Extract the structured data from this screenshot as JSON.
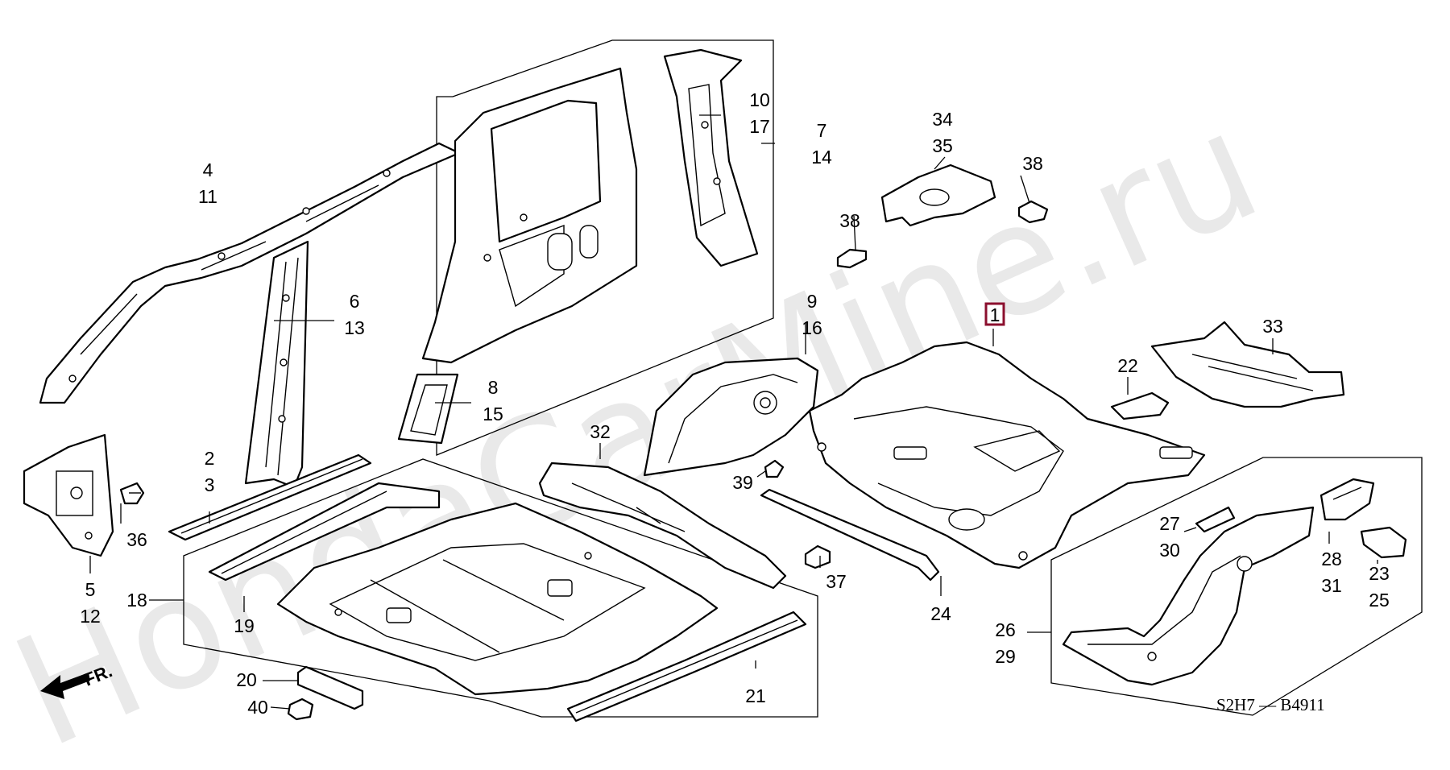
{
  "watermark": "HondaCarMine.ru",
  "direction_label": "FR.",
  "diagram_code": "S2H7 — B4911",
  "callouts": {
    "c1": "1",
    "c2": "2",
    "c3": "3",
    "c4": "4",
    "c5": "5",
    "c6": "6",
    "c7": "7",
    "c8": "8",
    "c9": "9",
    "c10": "10",
    "c11": "11",
    "c12": "12",
    "c13": "13",
    "c14": "14",
    "c15": "15",
    "c16": "16",
    "c17": "17",
    "c18": "18",
    "c19": "19",
    "c20": "20",
    "c21": "21",
    "c22": "22",
    "c23": "23",
    "c24": "24",
    "c25": "25",
    "c26": "26",
    "c27": "27",
    "c28": "28",
    "c29": "29",
    "c30": "30",
    "c31": "31",
    "c32": "32",
    "c33": "33",
    "c34": "34",
    "c35": "35",
    "c36": "36",
    "c37": "37",
    "c38a": "38",
    "c38b": "38",
    "c39": "39",
    "c40": "40"
  },
  "highlighted_part": "1",
  "colors": {
    "highlight": "#8b0f2e",
    "line": "#000000",
    "watermark": "#e9e9e9"
  }
}
